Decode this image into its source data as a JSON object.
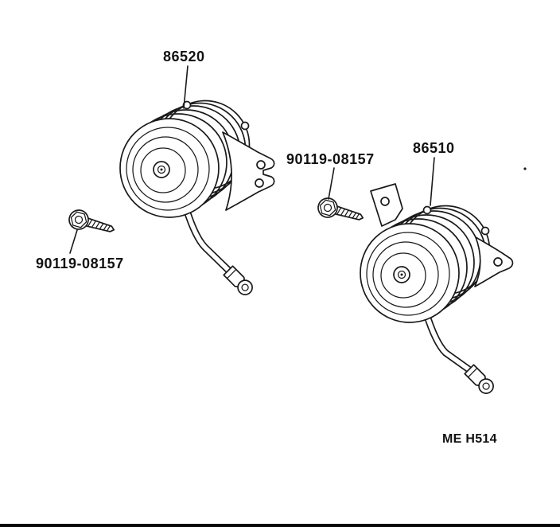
{
  "figure": {
    "type": "exploded-parts-diagram",
    "subject": "horn-assembly",
    "colors": {
      "line": "#1a1a1a",
      "background": "#ffffff"
    },
    "labels": {
      "horn_high_pitched": "86520",
      "horn_low_pitched": "86510",
      "screw_left": "90119-08157",
      "screw_right": "90119-08157",
      "figure_code": "ME H514"
    }
  }
}
